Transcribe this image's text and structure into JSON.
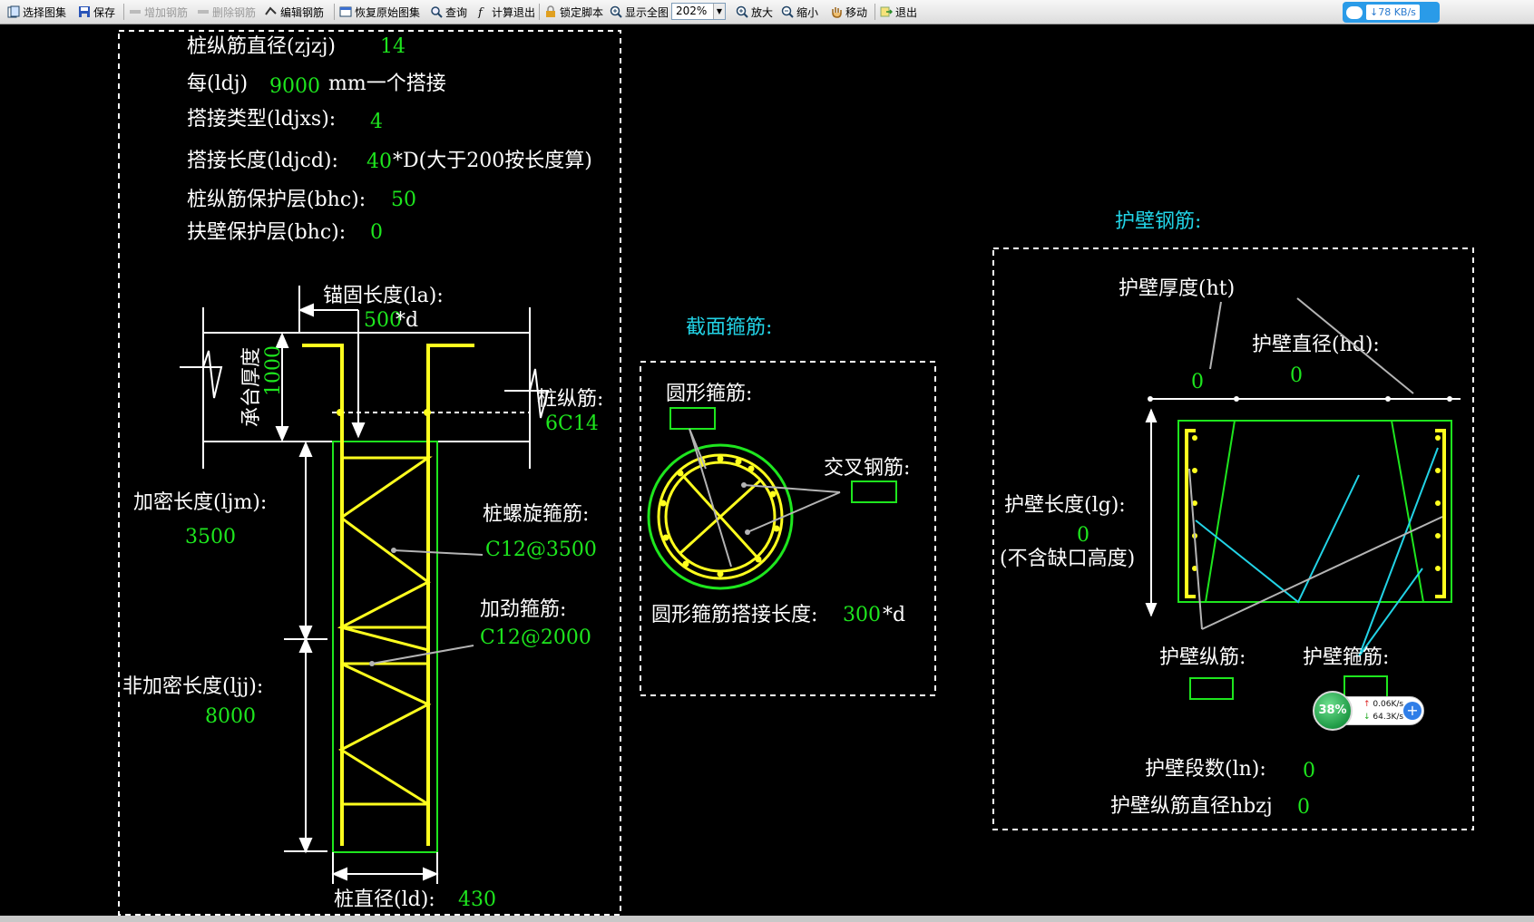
{
  "toolbar": {
    "select_atlas": "选择图集",
    "save": "保存",
    "add_rebar": "增加钢筋",
    "delete_rebar": "删除钢筋",
    "edit_rebar": "编辑钢筋",
    "restore_atlas": "恢复原始图集",
    "query": "查询",
    "calc_exit": "计算退出",
    "lock_script": "锁定脚本",
    "show_all": "显示全图",
    "zoom_value": "202%",
    "zoom_in": "放大",
    "zoom_out": "缩小",
    "move": "移动",
    "exit": "退出"
  },
  "network_badge": {
    "speed": "78 KB/s"
  },
  "pile_params": {
    "long_bar_dia_label": "桩纵筋直径(zjzj)",
    "long_bar_dia_value": "14",
    "lap_every_prefix": "每(ldj)",
    "lap_every_value": "9000",
    "lap_every_suffix": "mm一个搭接",
    "lap_type_label": "搭接类型(ldjxs):",
    "lap_type_value": "4",
    "lap_len_label": "搭接长度(ldjcd):",
    "lap_len_value": "40",
    "lap_len_suffix": "*D(大于200按长度算)",
    "cover_label": "桩纵筋保护层(bhc):",
    "cover_value": "50",
    "wall_cover_label": "扶壁保护层(bhc):",
    "wall_cover_value": "0"
  },
  "pile_diagram": {
    "anchor_label": "锚固长度(la):",
    "anchor_value": "500",
    "anchor_suffix": "*d",
    "cap_thickness_label": "承台厚度",
    "cap_thickness_value": "1000",
    "long_bar_label": "桩纵筋:",
    "long_bar_value": "6C14",
    "dense_len_label": "加密长度(ljm):",
    "dense_len_value": "3500",
    "spiral_label": "桩螺旋箍筋:",
    "spiral_value": "C12@3500",
    "stiff_label": "加劲箍筋:",
    "stiff_value": "C12@2000",
    "nondense_len_label": "非加密长度(ljj):",
    "nondense_len_value": "8000",
    "pile_dia_label": "桩直径(ld):",
    "pile_dia_value": "430"
  },
  "section": {
    "title": "截面箍筋:",
    "circle_stirrup_label": "圆形箍筋:",
    "cross_bar_label": "交叉钢筋:",
    "lap_len_label": "圆形箍筋搭接长度:",
    "lap_len_value": "300",
    "lap_len_suffix": "*d"
  },
  "wall": {
    "title": "护壁钢筋:",
    "thickness_label": "护壁厚度(ht)",
    "thickness_value": "0",
    "dia_label": "护壁直径(hd):",
    "dia_value": "0",
    "length_label": "护壁长度(lg):",
    "length_value": "0",
    "length_note": "(不含缺口高度)",
    "long_bar_label": "护壁纵筋:",
    "stirrup_label": "护壁箍筋:",
    "segments_label": "护壁段数(ln):",
    "segments_value": "0",
    "long_bar_dia_label": "护壁纵筋直径hbzj",
    "long_bar_dia_value": "0"
  },
  "monitor": {
    "percent": "38%",
    "up": "0.06K/s",
    "down": "64.3K/s"
  },
  "colors": {
    "white": "#ffffff",
    "green": "#1ee61e",
    "yellow": "#ffff1e",
    "cyan": "#22d3e6",
    "gray": "#b4b4b4"
  }
}
